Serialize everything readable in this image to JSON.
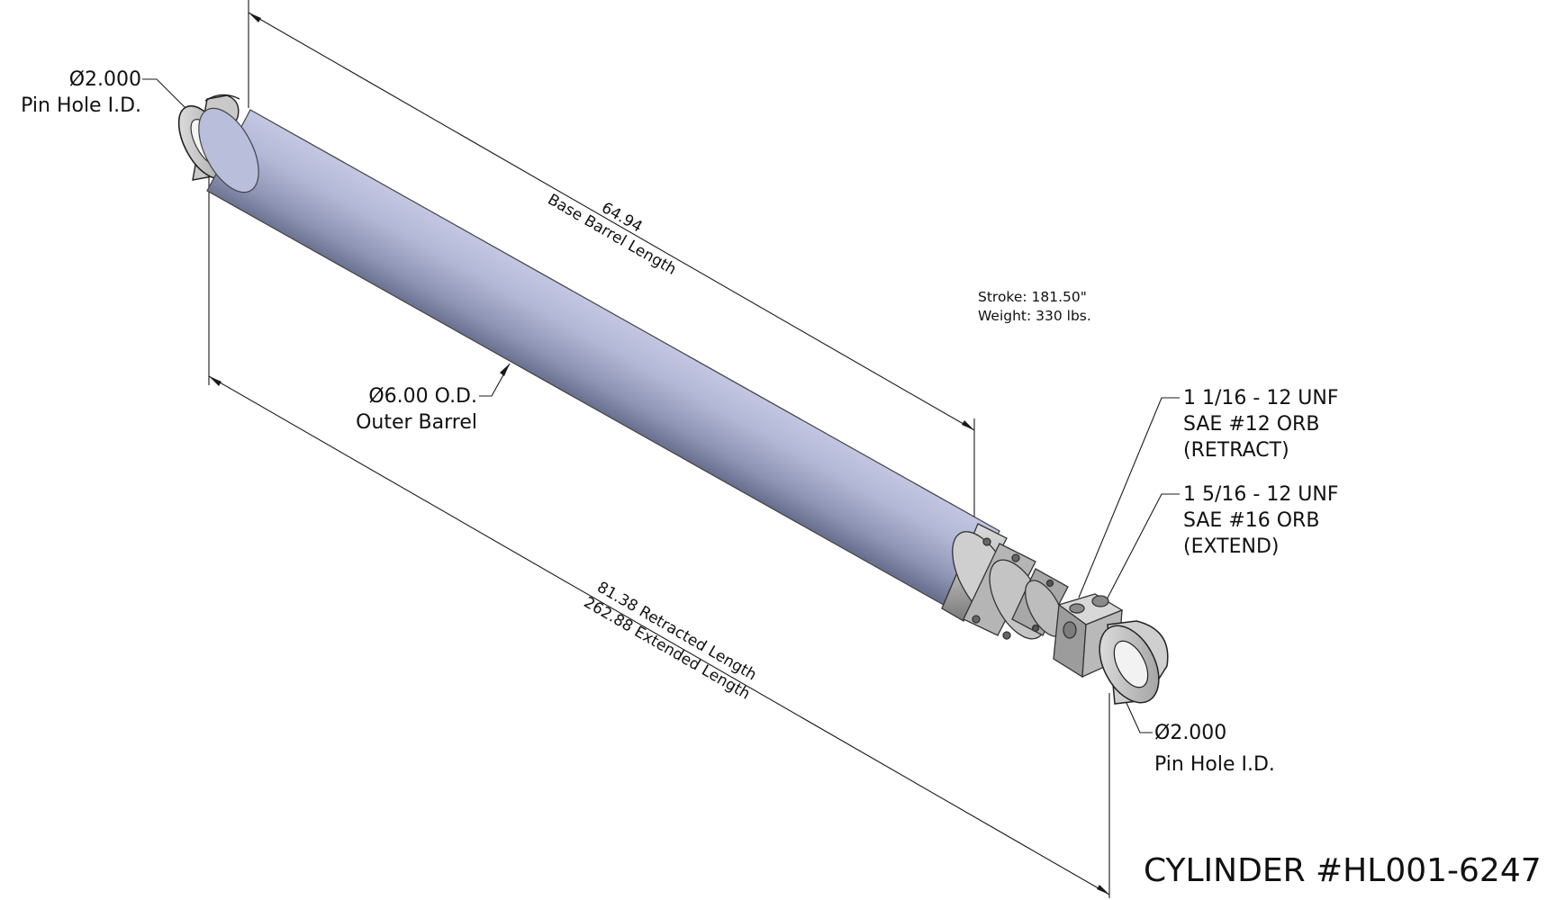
{
  "callouts": {
    "left_pin": {
      "diameter": "Ø2.000",
      "label": "Pin Hole I.D."
    },
    "right_pin": {
      "diameter": "Ø2.000",
      "label": "Pin Hole I.D."
    },
    "outer_barrel": {
      "diameter": "Ø6.00 O.D.",
      "label": "Outer Barrel"
    },
    "retract_port": {
      "line1": "1 1/16 - 12 UNF",
      "line2": "SAE #12 ORB",
      "line3": "(RETRACT)"
    },
    "extend_port": {
      "line1": "1 5/16 - 12 UNF",
      "line2": "SAE #16 ORB",
      "line3": "(EXTEND)"
    }
  },
  "dimensions": {
    "base_barrel": {
      "value": "64.94",
      "label": "Base Barrel Length"
    },
    "retracted": "81.38 Retracted Length",
    "extended": "262.88 Extended Length"
  },
  "specs": {
    "stroke": "Stroke: 181.50\"",
    "weight": "Weight: 330 lbs."
  },
  "title": "CYLINDER #HL001-6247",
  "colors": {
    "barrel_light": "#bcc1dc",
    "barrel_dark": "#676d8c",
    "steel": "#a9a9a9",
    "line": "#1a1a1a"
  }
}
